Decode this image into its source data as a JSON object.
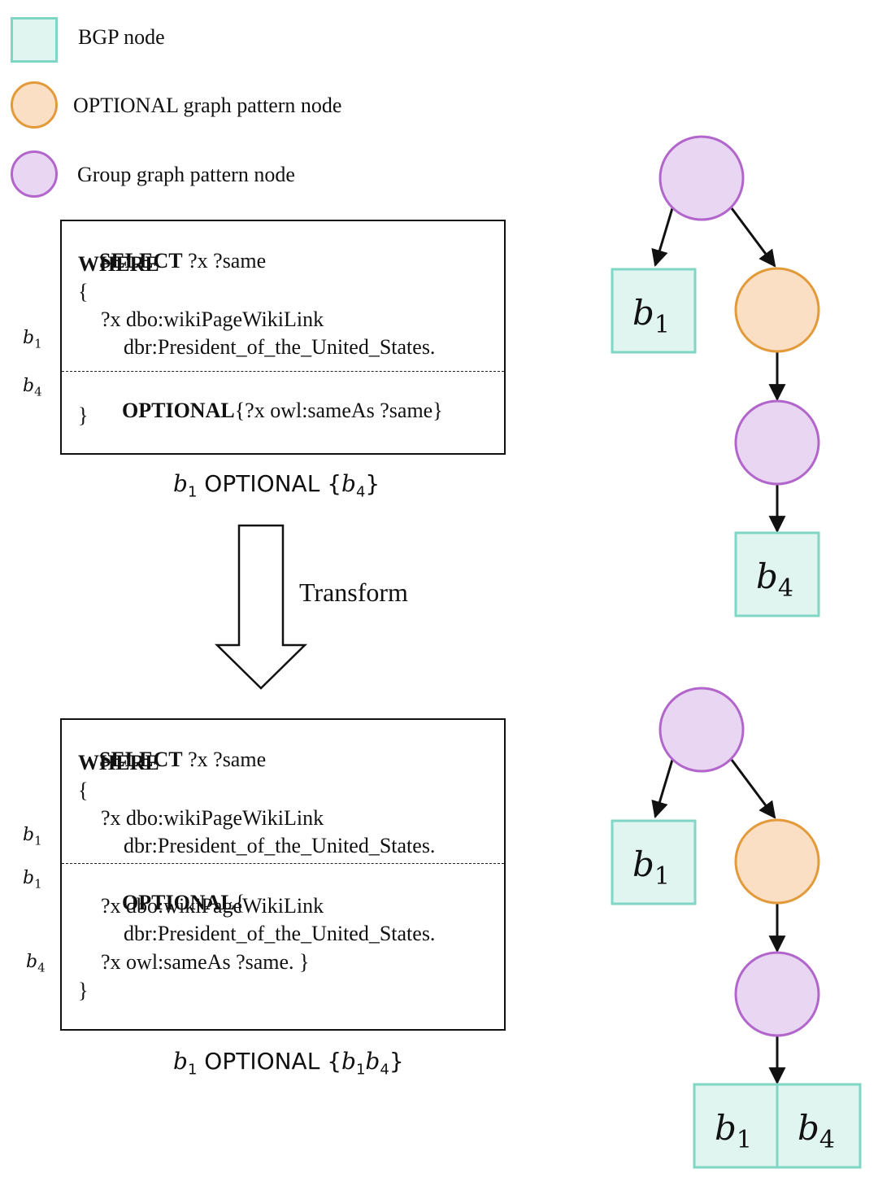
{
  "legend": {
    "bgp": {
      "label": "BGP node",
      "fill": "#e0f5f0",
      "stroke": "#7fd6c4"
    },
    "optional": {
      "label": "OPTIONAL graph pattern node",
      "fill": "#fbdfc4",
      "stroke": "#e39a3a"
    },
    "group": {
      "label": "Group graph pattern node",
      "fill": "#e8d6f2",
      "stroke": "#b266cc"
    }
  },
  "query1": {
    "select_kw": "SELECT",
    "select_vars": " ?x ?same",
    "where_kw": "WHERE",
    "open_brace": "{",
    "line1": "?x dbo:wikiPageWikiLink",
    "line2": "dbr:President_of_the_United_States.",
    "optional_kw": "OPTIONAL",
    "optional_body": "{?x owl:sameAs ?same}",
    "close_brace": "}",
    "side_b1": "b",
    "side_b1_sub": "1",
    "side_b4": "b",
    "side_b4_sub": "4",
    "caption": {
      "b1": "b",
      "b1_sub": "1",
      "mid": " OPTIONAL {",
      "b4": "b",
      "b4_sub": "4",
      "end": "}"
    }
  },
  "transform_label": "Transform",
  "query2": {
    "select_kw": "SELECT",
    "select_vars": " ?x ?same",
    "where_kw": "WHERE",
    "open_brace": "{",
    "line1": "?x dbo:wikiPageWikiLink",
    "line2": "dbr:President_of_the_United_States.",
    "optional_kw": "OPTIONAL",
    "optional_open": "{",
    "line3": "?x dbo:wikiPageWikiLink",
    "line4": "dbr:President_of_the_United_States.",
    "line5": "?x owl:sameAs ?same. }",
    "close_brace": "}",
    "side_b1a": "b",
    "side_b1a_sub": "1",
    "side_b1b": "b",
    "side_b1b_sub": "1",
    "side_b4": "b",
    "side_b4_sub": "4",
    "caption": {
      "b1": "b",
      "b1_sub": "1",
      "mid": " OPTIONAL {",
      "b1b": "b",
      "b1b_sub": "1",
      "b4": "b",
      "b4_sub": "4",
      "end": "}"
    }
  },
  "tree1": {
    "left_leaf": "b",
    "left_leaf_sub": "1",
    "bottom_leaf": "b",
    "bottom_leaf_sub": "4"
  },
  "tree2": {
    "left_leaf": "b",
    "left_leaf_sub": "1",
    "bottom_leaf_a": "b",
    "bottom_leaf_a_sub": "1",
    "bottom_leaf_b": "b",
    "bottom_leaf_b_sub": "4"
  }
}
